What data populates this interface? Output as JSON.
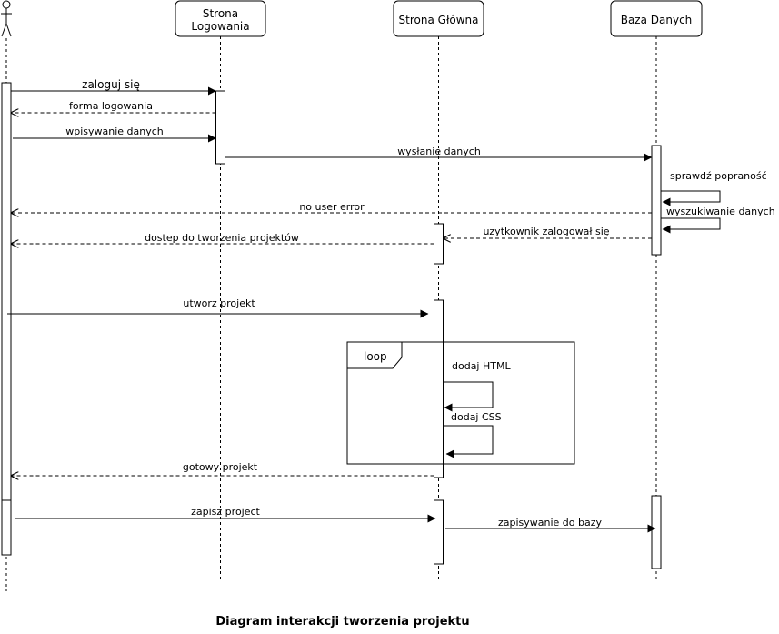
{
  "diagram": {
    "title": "Diagram interakcji tworzenia projektu",
    "participants": {
      "login_line1": "Strona",
      "login_line2": "Logowania",
      "main": "Strona Główna",
      "db": "Baza Danych"
    },
    "messages": {
      "m1": "zaloguj się",
      "m2": "forma logowania",
      "m3": "wpisywanie danych",
      "m4": "wysłanie danych",
      "m5": "sprawdź popraność",
      "m6": "no user error",
      "m7": "wyszukiwanie danych",
      "m8": "uzytkownik zalogował się",
      "m9": "dostep do tworzenia projektów",
      "m10": "utworz projekt",
      "m11": "dodaj HTML",
      "m12": "dodaj CSS",
      "m13": "gotowy projekt",
      "m14": "zapisz project",
      "m15": "zapisywanie do bazy"
    },
    "fragment": {
      "loop": "loop"
    }
  }
}
